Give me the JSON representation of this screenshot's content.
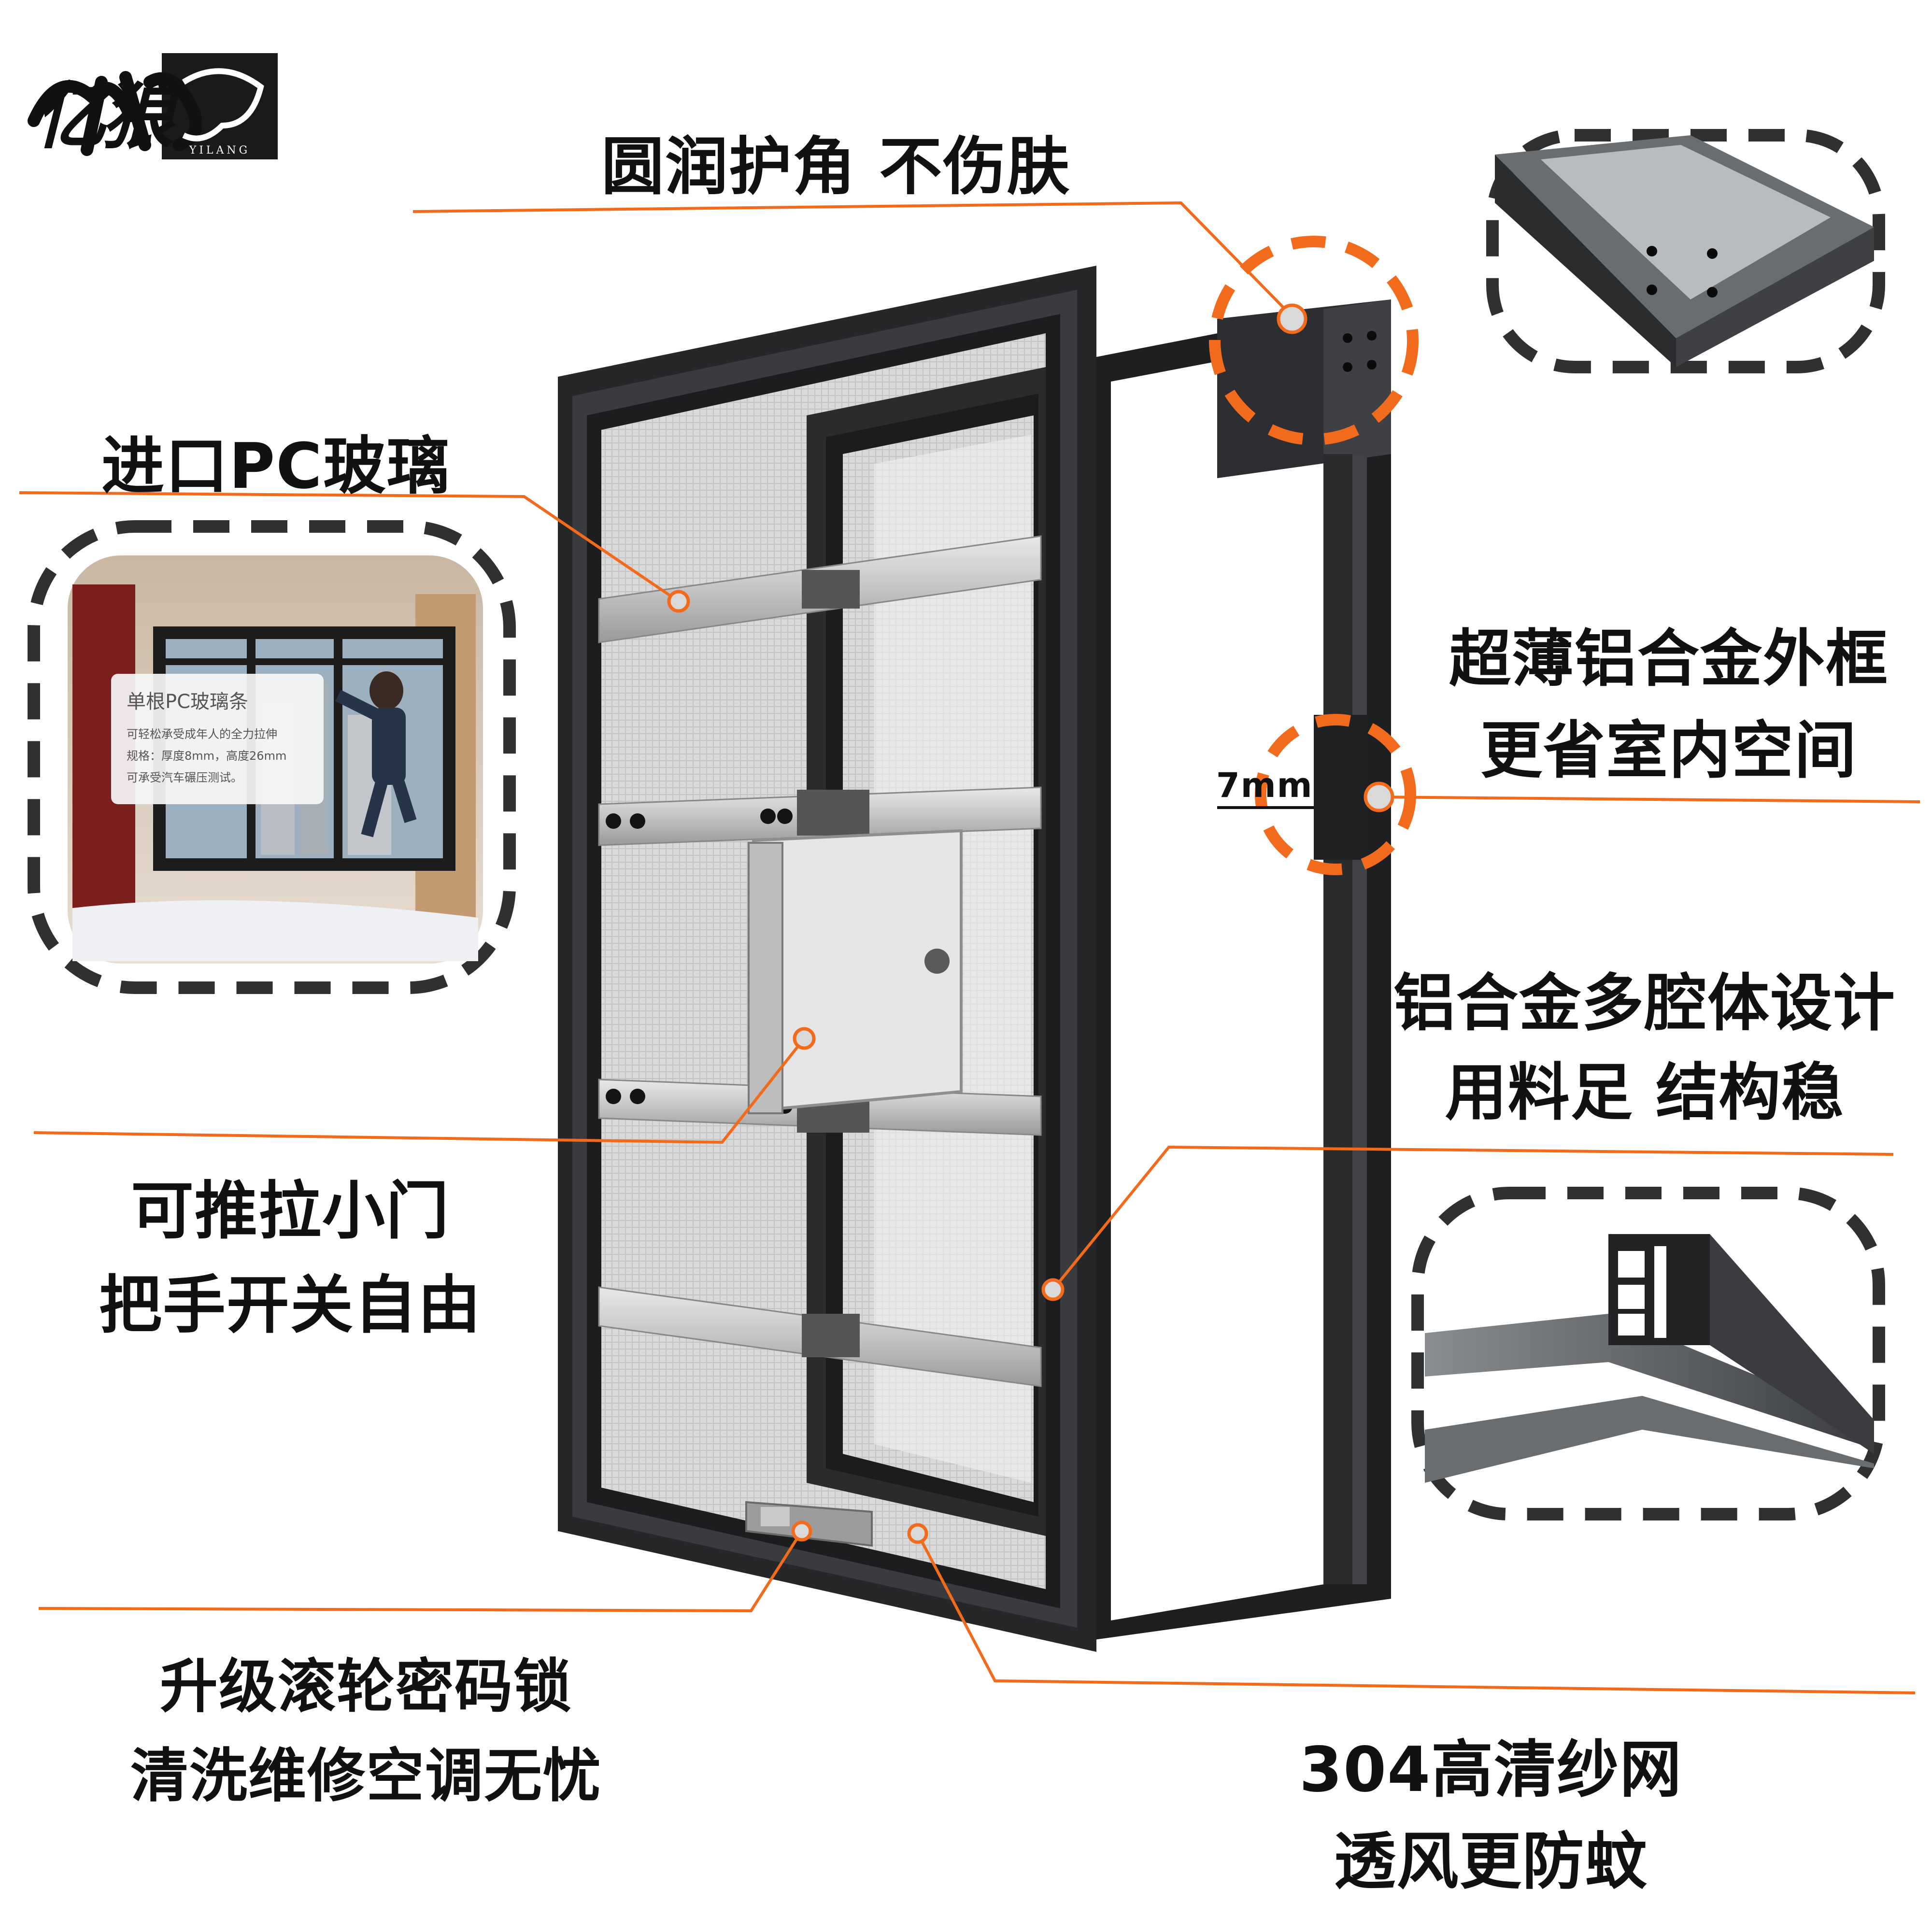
{
  "brand": {
    "name": "亿狼",
    "subtitle": "YILANG"
  },
  "callouts": {
    "rounded_corner": {
      "text": "圆润护角  不伤肤"
    },
    "pc_glass": {
      "text": "进口PC玻璃"
    },
    "outer_frame": {
      "line1": "超薄铝合金外框",
      "line2": "更省室内空间"
    },
    "thickness": {
      "text": "7mm"
    },
    "multi_cavity": {
      "line1": "铝合金多腔体设计",
      "line2": "用料足  结构稳"
    },
    "small_door": {
      "line1": "可推拉小门",
      "line2": "把手开关自由"
    },
    "roller_lock": {
      "line1": "升级滚轮密码锁",
      "line2": "清洗维修空调无忧"
    },
    "mesh": {
      "line1": "304高清纱网",
      "line2": "透风更防蚊"
    }
  },
  "photo_inset": {
    "card_title": "单根PC玻璃条",
    "card_line1": "可轻松承受成年人的全力拉伸",
    "card_line2": "规格：厚度8mm，高度26mm",
    "card_line3": "可承受汽车碾压测试。"
  },
  "colors": {
    "accent": "#f26b1d",
    "frame": "#2b2c2e",
    "dash": "#333333",
    "text": "#111111"
  }
}
